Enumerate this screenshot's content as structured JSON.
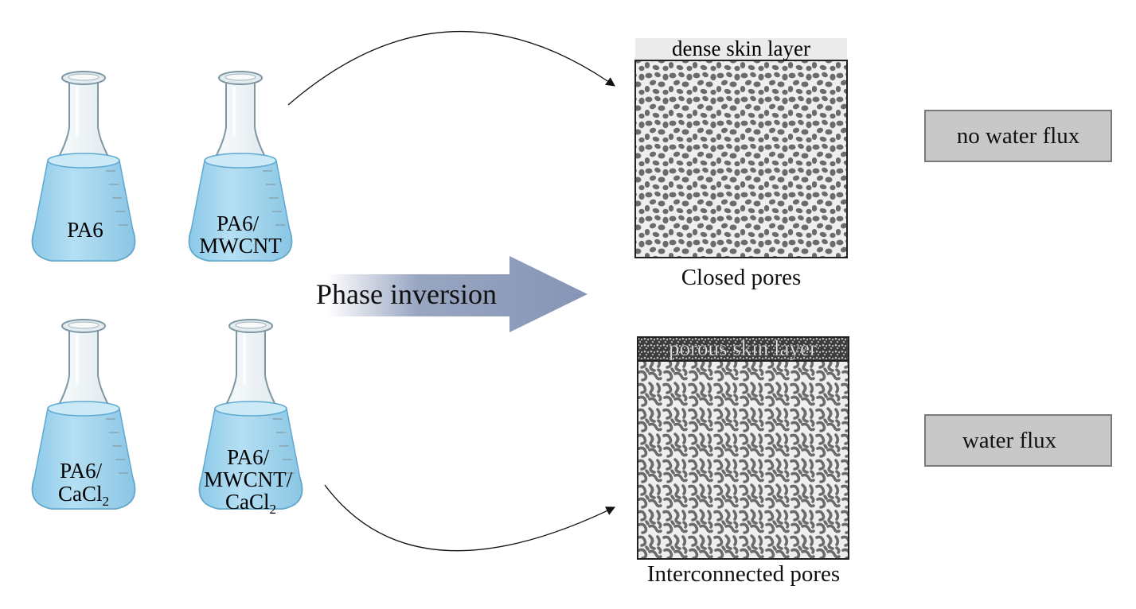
{
  "flasks": [
    {
      "lines": [
        "PA6"
      ]
    },
    {
      "lines": [
        "PA6/",
        "MWCNT"
      ]
    },
    {
      "lines": [
        "PA6/",
        "CaCl"
      ],
      "subscript": "2"
    },
    {
      "lines": [
        "PA6/",
        "MWCNT/",
        "CaCl"
      ],
      "subscript": "2"
    }
  ],
  "process": {
    "label": "Phase inversion"
  },
  "membranes": {
    "top": {
      "skin_label": "dense skin layer",
      "caption": "Closed pores"
    },
    "bottom": {
      "skin_label": "porous skin layer",
      "caption": "Interconnected pores"
    }
  },
  "results": {
    "top": "no water flux",
    "bottom": "water flux"
  },
  "colors": {
    "liquid": "#a9d8ef",
    "liquid_edge": "#6fb6d9",
    "glass": "#e6eef2",
    "arrow_fill": "#8d9cbb",
    "membrane_bg": "#eeeeee",
    "pore": "#6b6b6b",
    "result_box": "#c8c8c8"
  }
}
